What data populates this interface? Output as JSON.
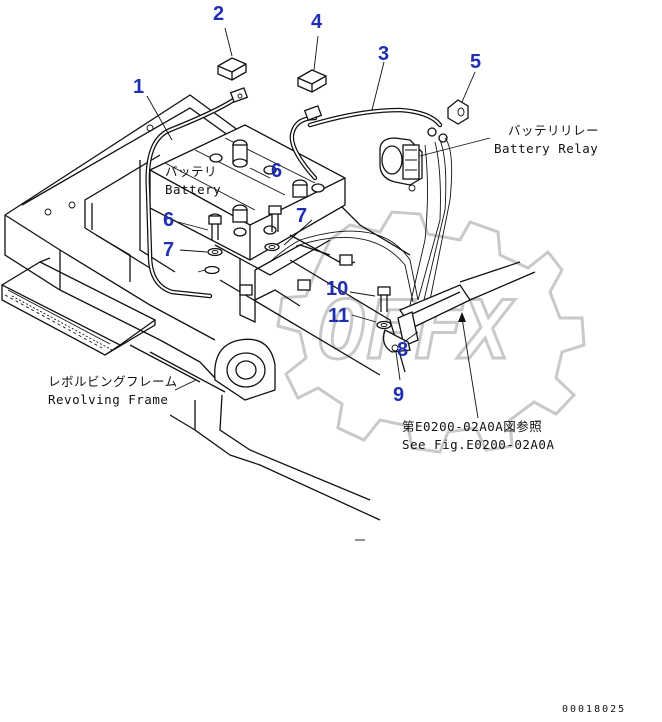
{
  "callouts": {
    "c1": "1",
    "c2": "2",
    "c3": "3",
    "c4": "4",
    "c5": "5",
    "c6a": "6",
    "c6b": "6",
    "c7a": "7",
    "c7b": "7",
    "c8": "8",
    "c9": "9",
    "c10": "10",
    "c11": "11"
  },
  "labels": {
    "battery_jp": "バッテリ",
    "battery_en": "Battery",
    "relay_jp": "バッテリリレー",
    "relay_en": "Battery Relay",
    "frame_jp": "レボルビングフレーム",
    "frame_en": "Revolving Frame",
    "ref_jp": "第E0200-02A0A図参照",
    "ref_en": "See Fig.E0200-02A0A"
  },
  "watermark": "OFFX",
  "footer": {
    "drawing_no": "00018025"
  },
  "colors": {
    "callout": "#1f2fb4",
    "line": "#111111",
    "watermark": "#c9c9c9"
  }
}
